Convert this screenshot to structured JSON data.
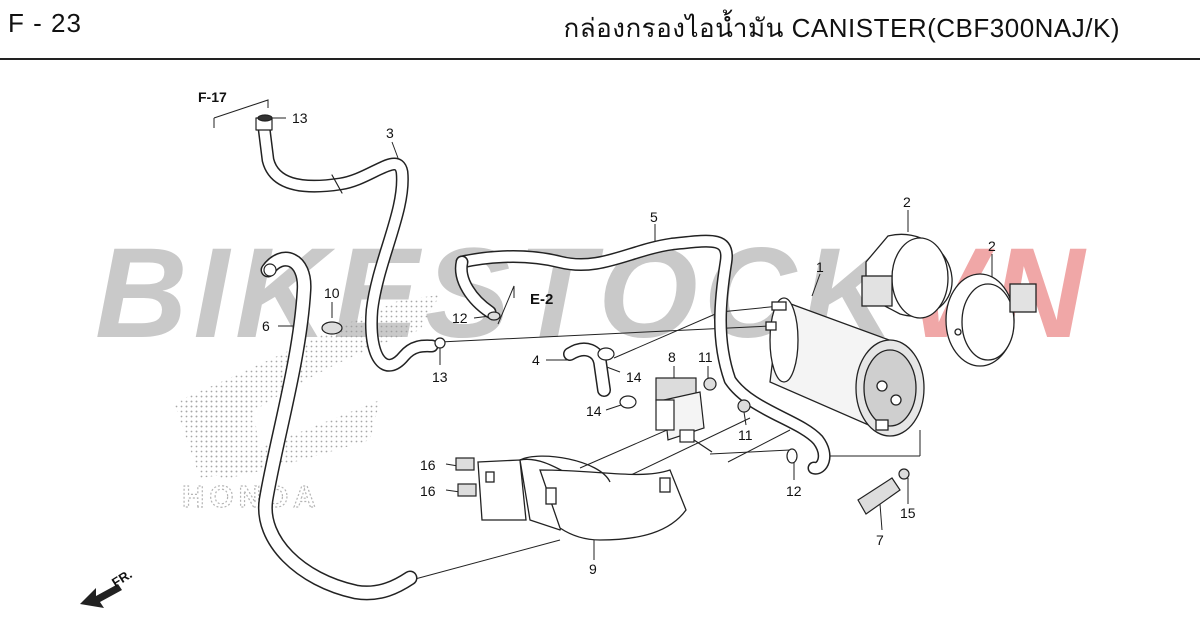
{
  "header": {
    "page_code": "F - 23",
    "title": "กล่องกรองไอน้ำมัน   CANISTER(CBF300NAJ/K)"
  },
  "watermark": {
    "main": "BIKESTOCK",
    "accent": "VN"
  },
  "brand_mark": "HONDA",
  "references": {
    "f17": "F-17",
    "e2": "E-2"
  },
  "direction": {
    "label": "FR."
  },
  "callouts": {
    "p1": "1",
    "p2a": "2",
    "p2b": "2",
    "p3": "3",
    "p4": "4",
    "p5": "5",
    "p6": "6",
    "p7": "7",
    "p8": "8",
    "p9": "9",
    "p11a": "11",
    "p11b": "11",
    "p12a": "12",
    "p12b": "12",
    "p13a": "13",
    "p13b": "13",
    "p14a": "14",
    "p14b": "14",
    "p15": "15",
    "p16a": "16",
    "p16b": "16",
    "p10": "10"
  }
}
